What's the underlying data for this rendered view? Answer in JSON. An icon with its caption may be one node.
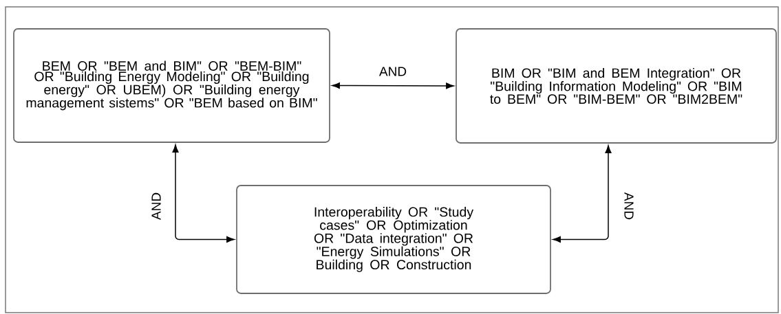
{
  "diagram": {
    "nodes": [
      {
        "text": [
          "BEM OR \"BEM and BIM\" OR \"BEM-BIM\" OR \"Building Energy Modeling\" OR \"Building energy\" OR UBEM) OR \"Building energy management sistems\" OR \"BEM based on BIM\""
        ]
      },
      {
        "text": [
          "BIM OR \"BIM and BEM Integration\" OR \"Building Information Modeling\" OR \"BIM to BEM\" OR \"BIM-BEM\" OR \"BIM2BEM\""
        ]
      },
      {
        "text": [
          "Interoperability OR \"Study cases\" OR Optimization OR \"Data integration\" OR \"Energy Simulations\" OR Building OR Construction"
        ]
      }
    ],
    "edges": [
      {
        "from": 0,
        "to": 1,
        "arrow": "both",
        "label": "AND"
      },
      {
        "from": 0,
        "to": 2,
        "arrow": "both",
        "label": "AND"
      },
      {
        "from": 1,
        "to": 2,
        "arrow": "both",
        "label": "AND"
      }
    ]
  }
}
